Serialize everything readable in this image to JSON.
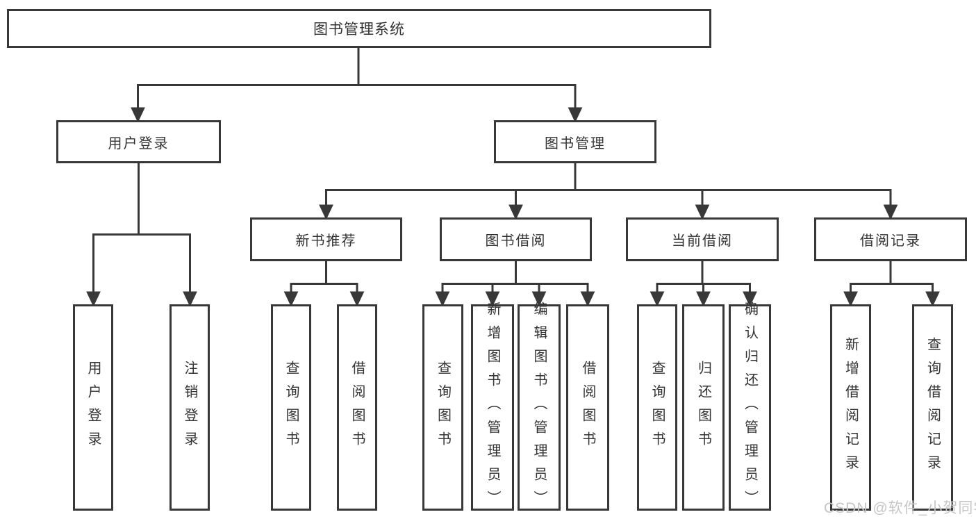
{
  "diagram_title": "图书管理系统",
  "tree": {
    "root": {
      "label": "图书管理系统",
      "children": [
        {
          "label": "用户登录",
          "children": [
            {
              "label": "用户登录"
            },
            {
              "label": "注销登录"
            }
          ]
        },
        {
          "label": "图书管理",
          "children": [
            {
              "label": "新书推荐",
              "children": [
                {
                  "label": "查询图书"
                },
                {
                  "label": "借阅图书"
                }
              ]
            },
            {
              "label": "图书借阅",
              "children": [
                {
                  "label": "查询图书"
                },
                {
                  "label": "新增图书（管理员）"
                },
                {
                  "label": "编辑图书（管理员）"
                },
                {
                  "label": "借阅图书"
                }
              ]
            },
            {
              "label": "当前借阅",
              "children": [
                {
                  "label": "查询图书"
                },
                {
                  "label": "归还图书"
                },
                {
                  "label": "确认归还（管理员）"
                }
              ]
            },
            {
              "label": "借阅记录",
              "children": [
                {
                  "label": "新增借阅记录"
                },
                {
                  "label": "查询借阅记录"
                }
              ]
            }
          ]
        }
      ]
    }
  },
  "watermark": {
    "text": "CSDN @软件_小贺同学"
  },
  "colors": {
    "line": "#383838",
    "box_border": "#383838",
    "text": "#333333",
    "watermark": "#c6c6c6",
    "background": "#ffffff"
  }
}
